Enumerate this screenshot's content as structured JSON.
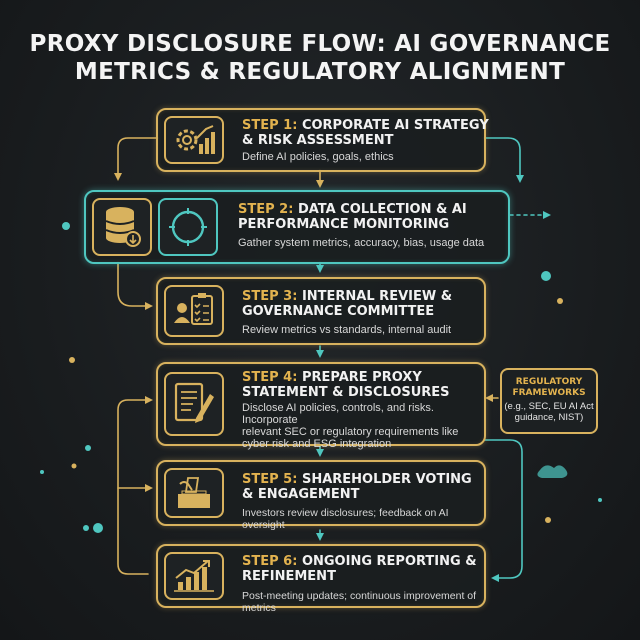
{
  "title": {
    "line1": "PROXY DISCLOSURE FLOW: AI GOVERNANCE",
    "line2": "METRICS & REGULATORY ALIGNMENT"
  },
  "steps": [
    {
      "number": "STEP 1:",
      "title_line1": "CORPORATE AI STRATEGY",
      "title_line2": "& RISK ASSESSMENT",
      "description": "Define AI policies, goals, ethics",
      "icon": "gear-chart-icon"
    },
    {
      "number": "STEP 2:",
      "title_line1": "DATA COLLECTION & AI",
      "title_line2": "PERFORMANCE MONITORING",
      "description": "Gather system metrics, accuracy, bias, usage data",
      "icons": [
        "database-icon",
        "compass-gauge-icon"
      ]
    },
    {
      "number": "STEP 3:",
      "title_line1": "INTERNAL REVIEW &",
      "title_line2": "GOVERNANCE COMMITTEE",
      "description": "Review metrics vs standards, internal audit",
      "icon": "committee-checklist-icon"
    },
    {
      "number": "STEP 4:",
      "title_line1": "PREPARE PROXY",
      "title_line2": "STATEMENT & DISCLOSURES",
      "description_lines": [
        "Disclose AI policies, controls, and risks. Incorporate",
        "relevant SEC or regulatory requirements like",
        "cyber risk and ESG integration"
      ],
      "icon": "document-pen-icon"
    },
    {
      "number": "STEP 5:",
      "title_line1": "SHAREHOLDER VOTING",
      "title_line2": "& ENGAGEMENT",
      "description": "Investors review disclosures; feedback on AI oversight",
      "icon": "ballot-box-icon"
    },
    {
      "number": "STEP 6:",
      "title_line1": "ONGOING REPORTING &",
      "title_line2": "REFINEMENT",
      "description": "Post-meeting updates; continuous improvement of metrics",
      "icon": "growth-chart-icon"
    }
  ],
  "regulatory": {
    "title_line1": "REGULATORY",
    "title_line2": "FRAMEWORKS",
    "desc_line1": "(e.g., SEC, EU AI Act",
    "desc_line2": "guidance, NIST)"
  },
  "colors": {
    "gold": "#d8b25e",
    "gold_text": "#e3b34f",
    "teal": "#4fc7c0",
    "background": "#1a1d1f"
  }
}
